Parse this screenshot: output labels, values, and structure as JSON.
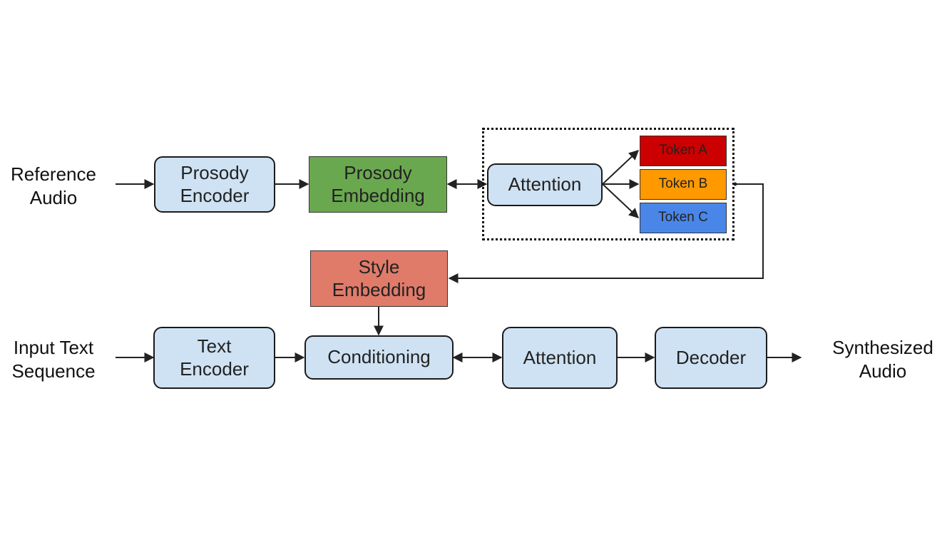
{
  "inputs": {
    "reference_audio": "Reference\nAudio",
    "input_text": "Input Text\nSequence"
  },
  "output": {
    "synthesized_audio": "Synthesized\nAudio"
  },
  "blocks": {
    "prosody_encoder": "Prosody\nEncoder",
    "prosody_embedding": "Prosody\nEmbedding",
    "attention_top": "Attention",
    "style_embedding": "Style\nEmbedding",
    "text_encoder": "Text\nEncoder",
    "conditioning": "Conditioning",
    "attention_bottom": "Attention",
    "decoder": "Decoder"
  },
  "tokens": [
    "Token A",
    "Token B",
    "Token C"
  ],
  "colors": {
    "rounded_fill": "#cfe2f3",
    "prosody_embedding": "#6aa84f",
    "style_embedding": "#e07b6a",
    "token_a": "#cc0000",
    "token_b": "#ff9900",
    "token_c": "#4a86e8"
  }
}
